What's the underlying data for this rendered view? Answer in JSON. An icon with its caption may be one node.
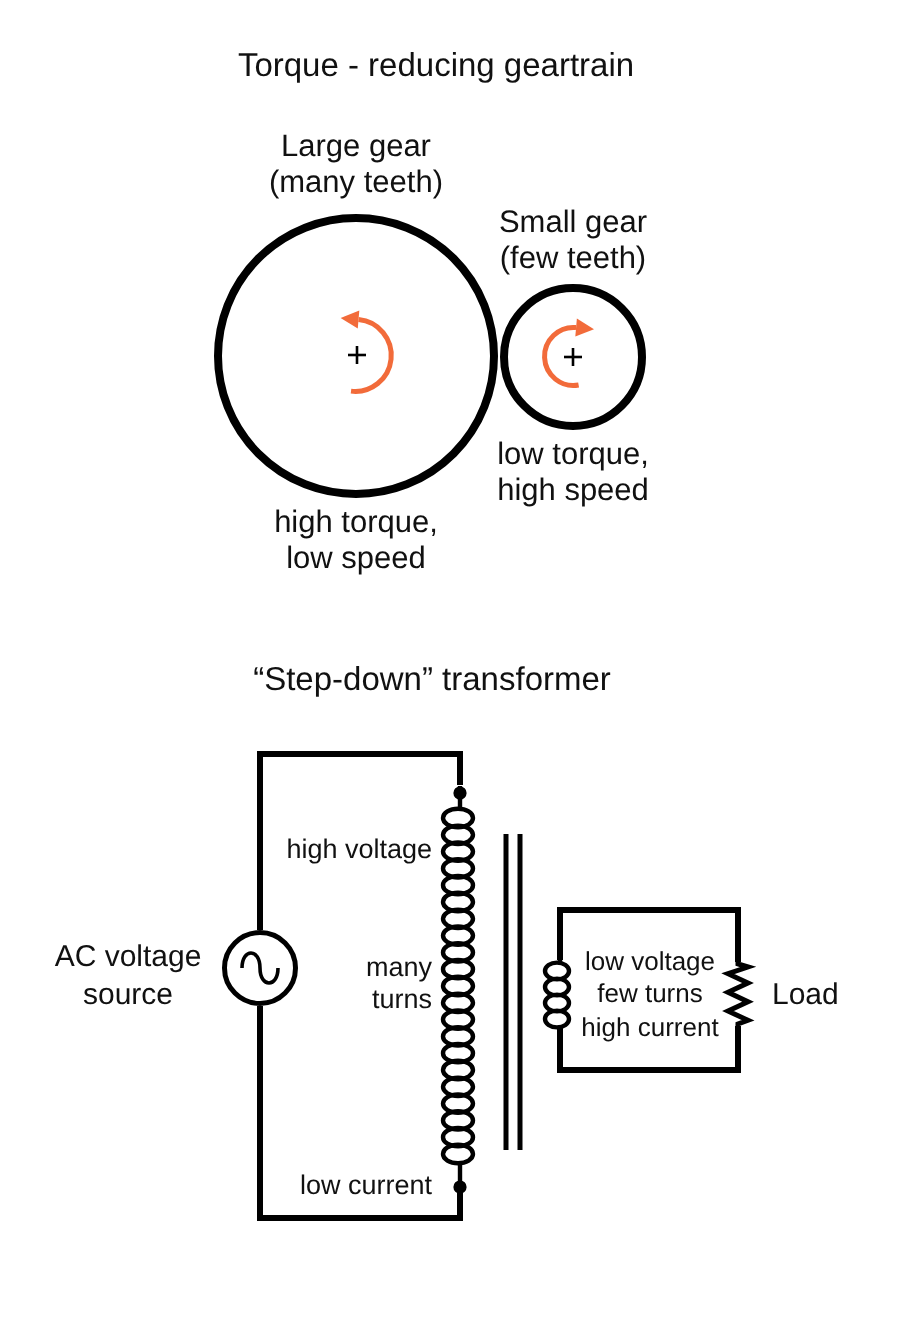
{
  "diagram": {
    "title": "Torque - reducing geartrain",
    "nodes": [
      {
        "text": [
          "Large gear (many teeth)"
        ],
        "beside": [
          "high torque, low speed"
        ]
      },
      {
        "text": [
          "Small gear (few teeth)"
        ],
        "beside": [
          "low torque, high speed"
        ]
      },
      {
        "text": [],
        "shape": "circle",
        "beside": [
          "AC voltage source"
        ]
      },
      {
        "text": [],
        "shape": "coil",
        "beside": [
          "high voltage",
          "many turns",
          "low current"
        ]
      },
      {
        "text": [],
        "shape": "coil",
        "beside": [
          "low voltage",
          "few turns",
          "high current"
        ]
      },
      {
        "text": [],
        "shape": "resistor",
        "beside": [
          "Load"
        ]
      }
    ],
    "edges": [
      {
        "from": 2,
        "to": 3,
        "arrow": "none"
      },
      {
        "from": 2,
        "to": 3,
        "arrow": "none"
      },
      {
        "from": 4,
        "to": 5,
        "arrow": "none"
      },
      {
        "from": 4,
        "to": 5,
        "arrow": "none"
      }
    ],
    "labels": [
      "“Step-down” transformer"
    ]
  }
}
